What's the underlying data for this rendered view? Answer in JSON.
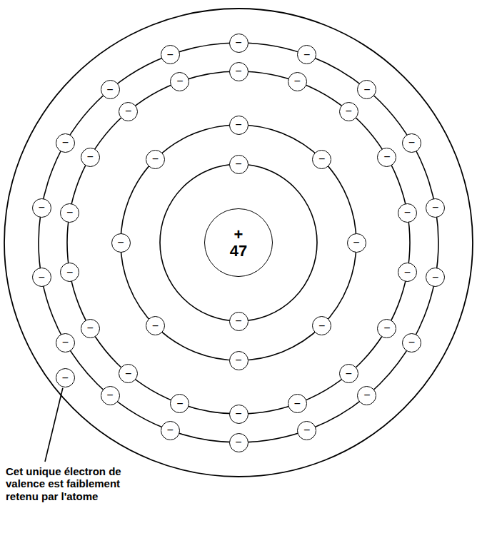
{
  "diagram": {
    "nodes": [
      {
        "text": [
          "+",
          "47"
        ]
      },
      {
        "text": [
          "−"
        ]
      },
      {
        "text": [
          "−"
        ]
      },
      {
        "text": [
          "−"
        ]
      },
      {
        "text": [
          "−"
        ]
      },
      {
        "text": [
          "−"
        ]
      },
      {
        "text": [
          "−"
        ]
      },
      {
        "text": [
          "−"
        ]
      },
      {
        "text": [
          "−"
        ]
      },
      {
        "text": [
          "−"
        ]
      },
      {
        "text": [
          "−"
        ]
      },
      {
        "text": [
          "−"
        ]
      },
      {
        "text": [
          "−"
        ]
      },
      {
        "text": [
          "−"
        ]
      },
      {
        "text": [
          "−"
        ]
      },
      {
        "text": [
          "−"
        ]
      },
      {
        "text": [
          "−"
        ]
      },
      {
        "text": [
          "−"
        ]
      },
      {
        "text": [
          "−"
        ]
      },
      {
        "text": [
          "−"
        ]
      },
      {
        "text": [
          "−"
        ]
      },
      {
        "text": [
          "−"
        ]
      },
      {
        "text": [
          "−"
        ]
      },
      {
        "text": [
          "−"
        ]
      },
      {
        "text": [
          "−"
        ]
      },
      {
        "text": [
          "−"
        ]
      },
      {
        "text": [
          "−"
        ]
      },
      {
        "text": [
          "−"
        ]
      },
      {
        "text": [
          "−"
        ]
      },
      {
        "text": [
          "−"
        ]
      },
      {
        "text": [
          "−"
        ]
      },
      {
        "text": [
          "−"
        ]
      },
      {
        "text": [
          "−"
        ]
      },
      {
        "text": [
          "−"
        ]
      },
      {
        "text": [
          "−"
        ]
      },
      {
        "text": [
          "−"
        ]
      },
      {
        "text": [
          "−"
        ]
      },
      {
        "text": [
          "−"
        ]
      },
      {
        "text": [
          "−"
        ]
      },
      {
        "text": [
          "−"
        ]
      },
      {
        "text": [
          "−"
        ]
      },
      {
        "text": [
          "−"
        ]
      },
      {
        "text": [
          "−"
        ]
      },
      {
        "text": [
          "−"
        ]
      },
      {
        "text": [
          "−"
        ]
      },
      {
        "text": [
          "−"
        ]
      },
      {
        "text": [
          "−"
        ]
      },
      {
        "text": [
          "−"
        ]
      }
    ],
    "labels": [
      "Cet unique électron de valence est faiblement retenu par l'atome"
    ]
  }
}
